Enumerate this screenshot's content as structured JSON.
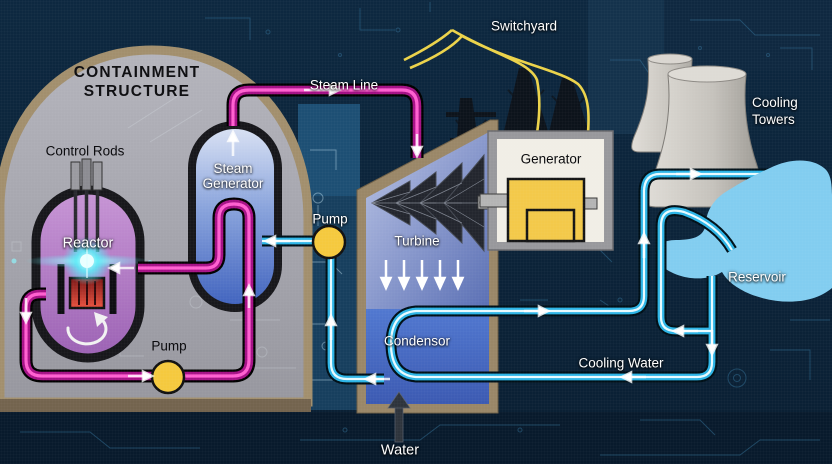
{
  "diagram": {
    "title": {
      "line1": "CONTAINMENT",
      "line2": "STRUCTURE"
    },
    "labels": {
      "control_rods": "Control Rods",
      "reactor": "Reactor",
      "steam_generator_line1": "Steam",
      "steam_generator_line2": "Generator",
      "pump_primary": "Pump",
      "pump_feedwater": "Pump",
      "steam_line": "Steam Line",
      "switchyard": "Switchyard",
      "generator": "Generator",
      "turbine": "Turbine",
      "condensor": "Condensor",
      "water": "Water",
      "cooling_water": "Cooling Water",
      "cooling_towers_line1": "Cooling",
      "cooling_towers_line2": "Towers",
      "reservoir": "Reservoir"
    },
    "colors": {
      "background": "#0b2236",
      "containment_fill": "#a6a6ae",
      "containment_outline": "#a28f6d",
      "primary_pipe": "#c915a0",
      "coolant_pipe": "#2cb4e6",
      "pump": "#f5c93e",
      "reactor_vessel": "#b07cc5",
      "steam_generator_vessel": "#6f8fd4",
      "turbine_panel": "#8194cc",
      "condensor_panel": "#4a6cc8",
      "generator_machine": "#f3c94a",
      "switchyard_cable": "#ecd34a",
      "cooling_tower": "#c9c6c0",
      "reservoir_water": "#82cdf0",
      "core_glow": "#57eef8",
      "fuel": "#d8402e"
    }
  }
}
